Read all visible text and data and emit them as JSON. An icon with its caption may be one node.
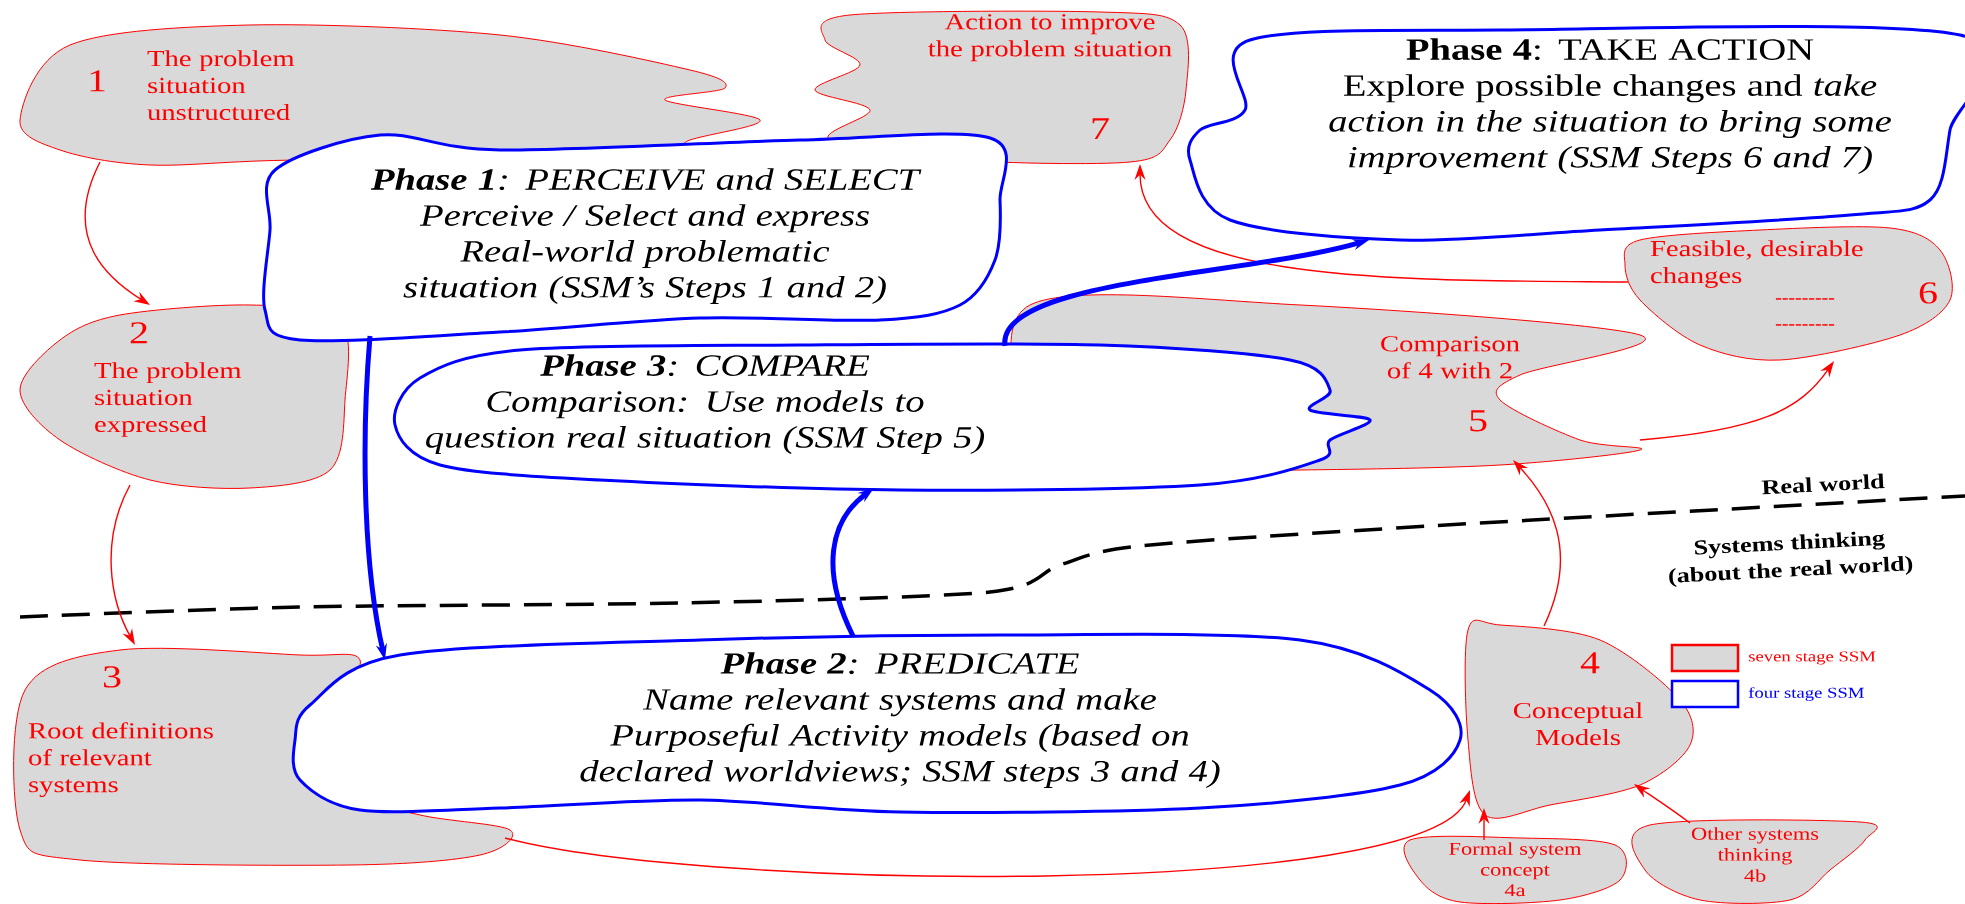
{
  "diagram": {
    "nodes": [
      {
        "text": [
          "1",
          "The problem situation unstructured"
        ]
      },
      {
        "text": [
          "Action to improve the problem situation",
          "7"
        ]
      },
      {
        "text": [
          "**Phase 1**: PERCEIVE and SELECT",
          "Perceive / Select and express Real-world problematic situation (SSM’s Steps 1 and 2)"
        ]
      },
      {
        "text": [
          "**Phase 4**: TAKE ACTION",
          "Explore possible changes and *take action in the situation to bring some improvement (SSM Steps 6 and 7)*"
        ]
      },
      {
        "text": [
          "2",
          "The problem situation expressed"
        ]
      },
      {
        "text": [
          "Feasible, desirable changes",
          "---------",
          "---------",
          "6"
        ]
      },
      {
        "text": [
          "Comparison of 4 with 2",
          "5"
        ]
      },
      {
        "text": [
          "**Phase 3**: COMPARE",
          "Comparison: Use models to question real situation (SSM Step 5)"
        ]
      },
      {
        "text": [
          "3",
          "Root definitions of relevant systems"
        ]
      },
      {
        "text": [
          "**Phase 2**: PREDICATE",
          "Name relevant systems and make Purposeful Activity models (based on declared worldviews; SSM steps 3 and 4)"
        ]
      },
      {
        "text": [
          "4",
          "Conceptual Models"
        ]
      },
      {
        "text": [
          "Formal system concept",
          "4a"
        ]
      },
      {
        "text": [
          "Other systems thinking",
          "4b"
        ]
      }
    ],
    "edges": [
      {
        "from": 0,
        "to": 4,
        "arrow": "to"
      },
      {
        "from": 4,
        "to": 8,
        "arrow": "to"
      },
      {
        "from": 8,
        "to": 10,
        "arrow": "to"
      },
      {
        "from": 10,
        "to": 6,
        "arrow": "to"
      },
      {
        "from": 6,
        "to": 5,
        "arrow": "to"
      },
      {
        "from": 5,
        "to": 1,
        "arrow": "to"
      },
      {
        "from": 11,
        "to": 10,
        "arrow": "to"
      },
      {
        "from": 12,
        "to": 10,
        "arrow": "to"
      },
      {
        "from": 2,
        "to": 9,
        "arrow": "to",
        "style": "thick",
        "color": "#0000ff"
      },
      {
        "from": 9,
        "to": 7,
        "arrow": "to",
        "style": "thick",
        "color": "#0000ff"
      },
      {
        "from": 7,
        "to": 3,
        "arrow": "to",
        "style": "thick",
        "color": "#0000ff"
      }
    ],
    "labels": [
      "Real world",
      "Systems thinking (about the real world)"
    ],
    "legend": [
      {
        "text": "seven stage SSM"
      },
      {
        "text": "four stage SSM"
      }
    ]
  }
}
